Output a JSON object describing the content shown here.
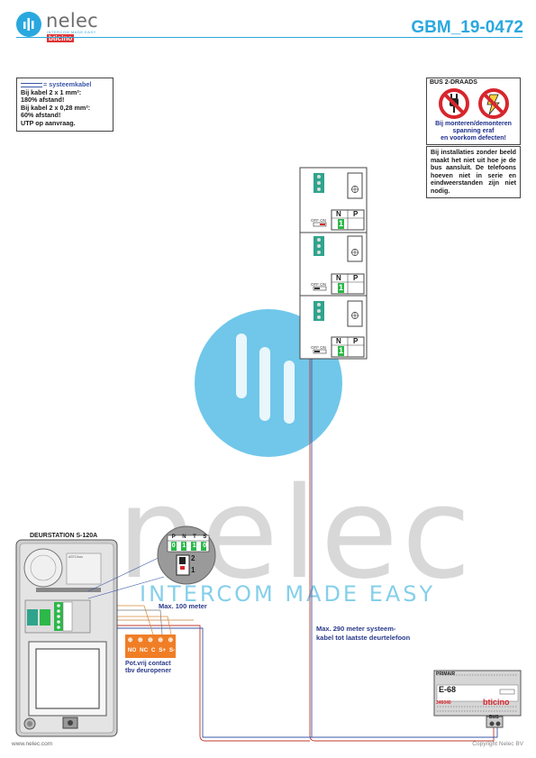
{
  "header": {
    "brand": "nelec",
    "tagline": "INTERCOM MADE EASY",
    "sub_brand": "bticino",
    "doc_id": "GBM_19-0472"
  },
  "cable_note": {
    "legend": "= systeemkabel",
    "lines": [
      "Bij kabel 2 x 1 mm²:",
      "180% afstand!",
      "Bij kabel 2 x 0,28 mm²:",
      "60% afstand!",
      "UTP op aanvraag."
    ]
  },
  "bus_box": {
    "title": "BUS 2-DRAADS",
    "warning": [
      "Bij monteren/demonteren",
      "spanning eraf",
      "en voorkom defecten!"
    ],
    "info": "Bij installaties zonder beeld maakt het niet uit hoe je de bus aansluit. De telefoons hoeven niet in serie en eindweerstanden zijn niet nodig."
  },
  "phones": [
    {
      "switch_label": "OFF ON",
      "n_label": "N",
      "p_label": "P",
      "n_value": "1"
    },
    {
      "switch_label": "OFF ON",
      "n_label": "N",
      "p_label": "P",
      "n_value": "1"
    },
    {
      "switch_label": "OFF ON",
      "n_label": "N",
      "p_label": "P",
      "n_value": "1"
    }
  ],
  "door_station": {
    "title": "DEURSTATION S-120A",
    "model": "AST10xxx"
  },
  "zoom": {
    "header": [
      "P",
      "N",
      "T",
      "S"
    ],
    "values": [
      "0",
      "1",
      "1",
      "0"
    ],
    "switch": [
      "2",
      "1"
    ]
  },
  "distances": {
    "max_100": "Max. 100 meter",
    "max_290_line1": "Max. 290 meter systeem-",
    "max_290_line2": "kabel tot laatste deurtelefoon"
  },
  "contact": {
    "terminals": [
      "NO",
      "NC",
      "C",
      "S+",
      "S-"
    ],
    "label_line1": "Pot.vrij contact",
    "label_line2": "tbv deuropener"
  },
  "power_supply": {
    "top_label": "PRIMAIR",
    "model": "E-68",
    "article": "346040",
    "brand": "bticino",
    "terminal": "BUS"
  },
  "footer": {
    "website": "www.nelec.com",
    "copyright": "Copyright Nelec BV"
  },
  "colors": {
    "accent": "#29a8df",
    "terminal_green": "#2db84a",
    "orange": "#f07e26",
    "text_blue": "#2a3a8a",
    "no_sign_red": "#d7262d"
  }
}
